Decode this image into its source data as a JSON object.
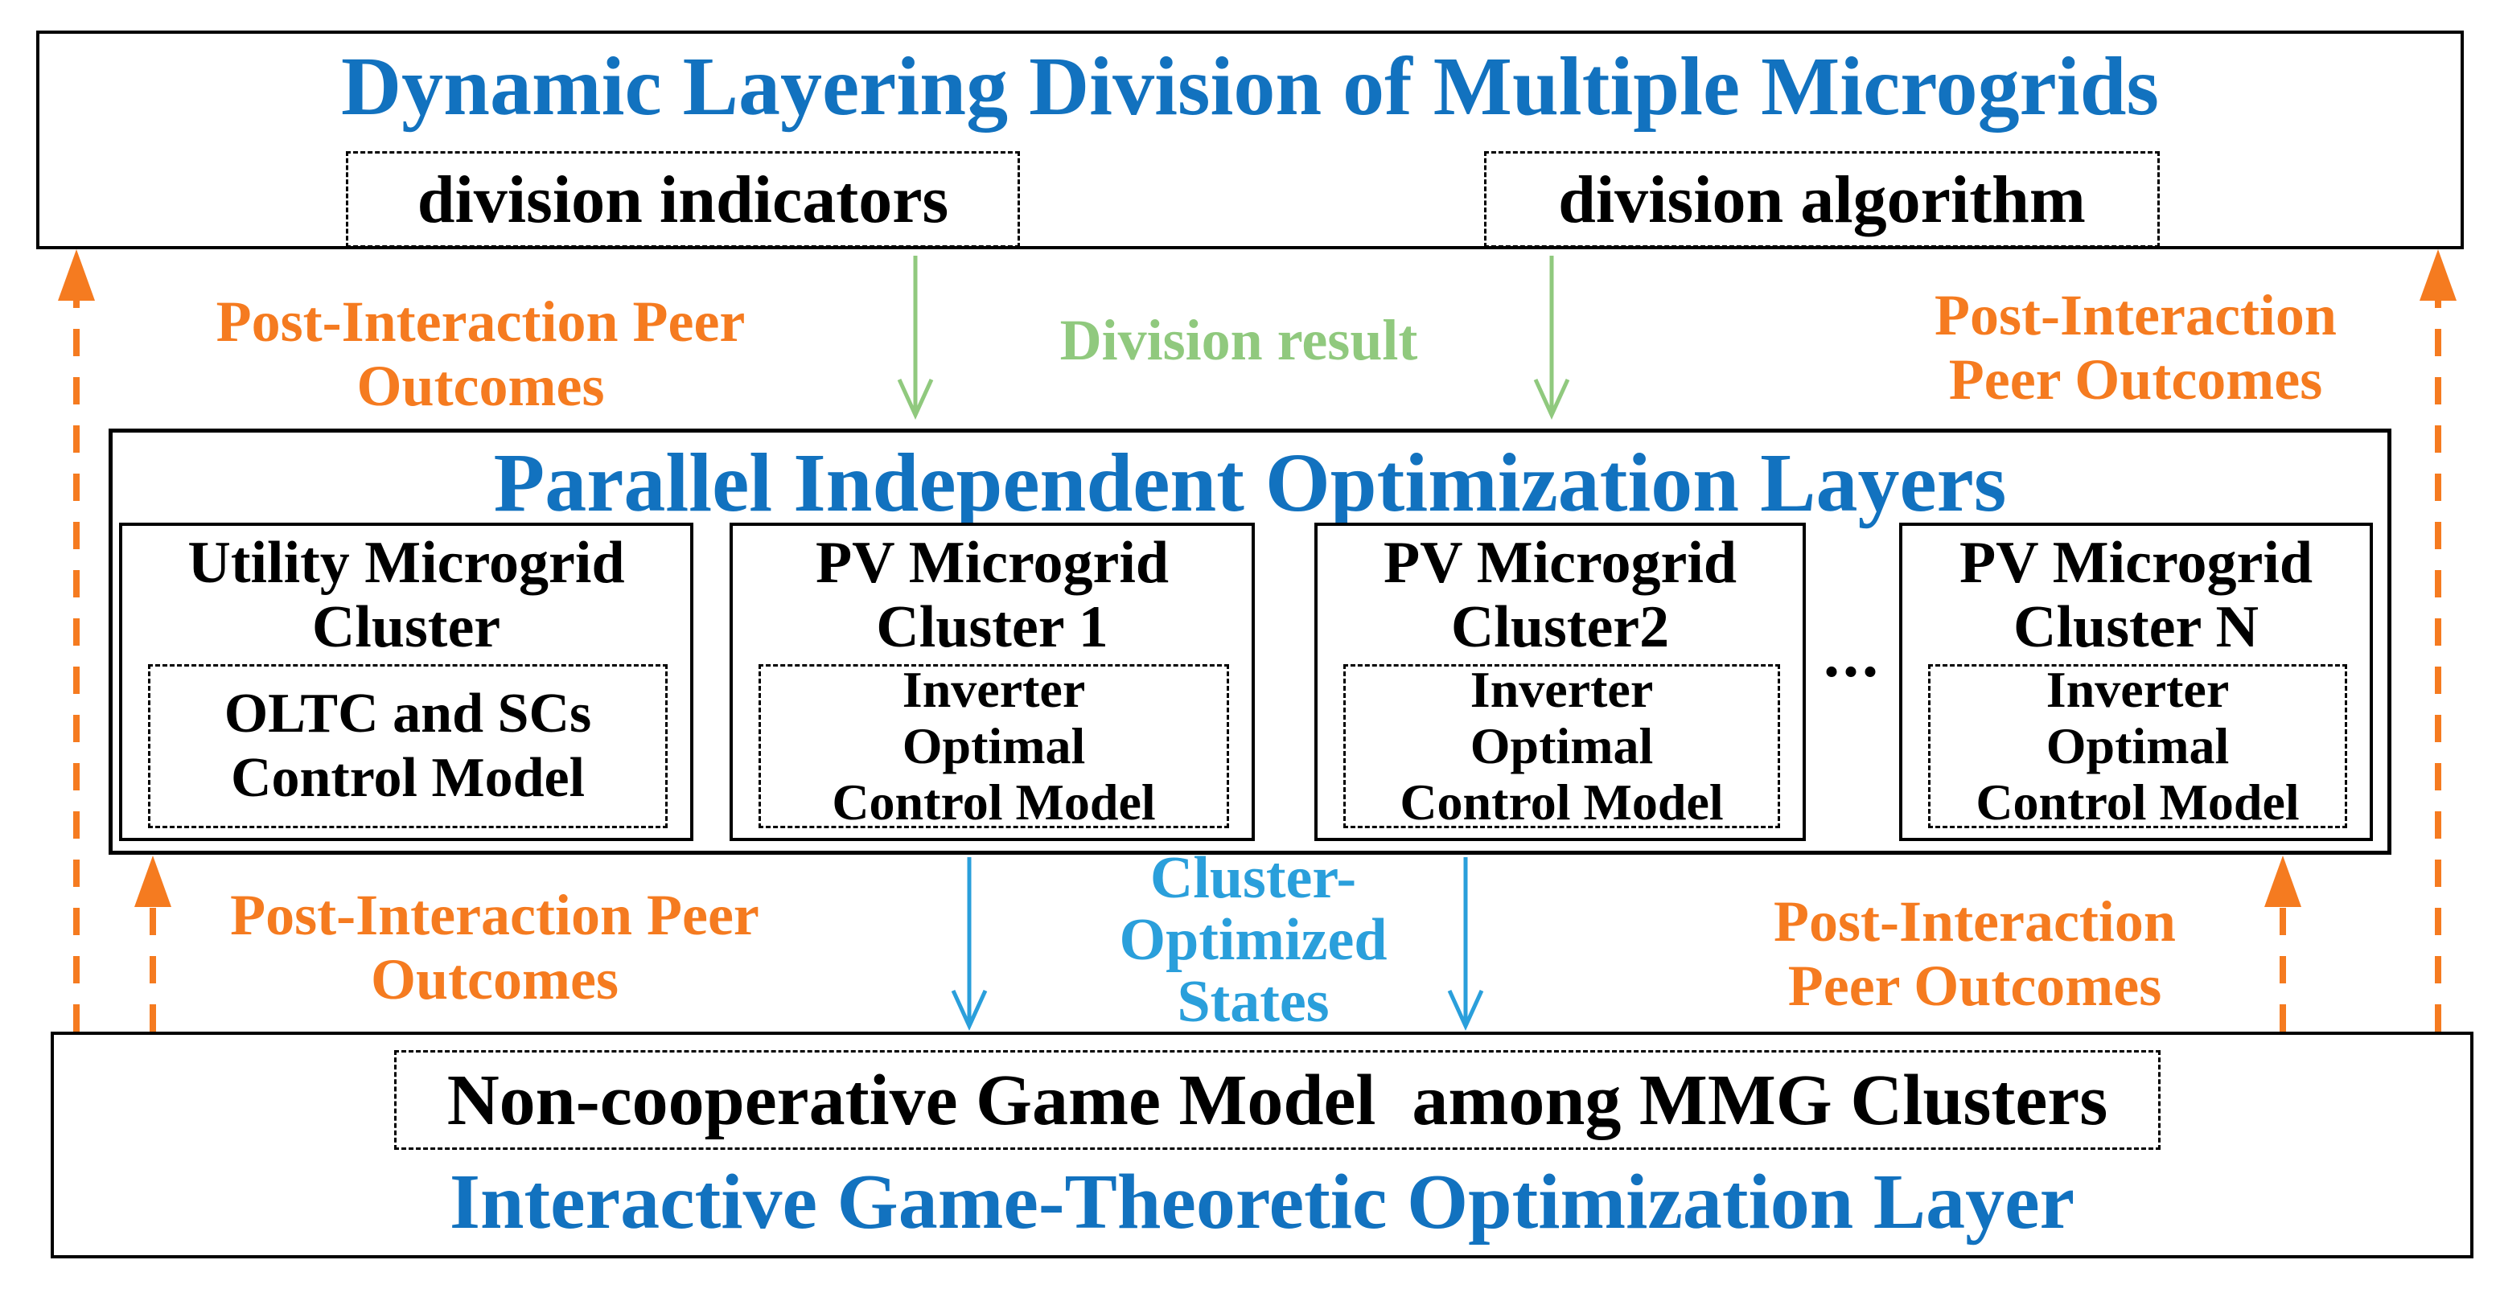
{
  "colors": {
    "title_blue": "#1272bf",
    "azure": "#2a9fdb",
    "orange": "#f57b20",
    "green": "#90c97e",
    "border_black": "#000000"
  },
  "top_layer": {
    "title": "Dynamic Layering Division of Multiple Microgrids",
    "division_indicators": "division indicators",
    "division_algorithm": "division algorithm"
  },
  "labels": {
    "division_result": "Division result",
    "cluster_states_lines": [
      "Cluster-",
      "Optimized",
      "States"
    ],
    "peer_outcomes_top_left_lines": [
      "Post-Interaction Peer",
      "Outcomes"
    ],
    "peer_outcomes_top_right_lines": [
      "Post-Interaction",
      "Peer Outcomes"
    ],
    "peer_outcomes_bottom_left_lines": [
      "Post-Interaction Peer",
      "Outcomes"
    ],
    "peer_outcomes_bottom_right_lines": [
      "Post-Interaction",
      "Peer Outcomes"
    ]
  },
  "middle_layer": {
    "title": "Parallel Independent Optimization Layers",
    "ellipsis": "...",
    "clusters": [
      {
        "title_lines": [
          "Utility Microgrid",
          "Cluster"
        ],
        "model_lines": [
          "OLTC and SCs",
          "Control Model"
        ]
      },
      {
        "title_lines": [
          "PV Microgrid",
          "Cluster 1"
        ],
        "model_lines": [
          "Inverter",
          "Optimal",
          "Control Model"
        ]
      },
      {
        "title_lines": [
          "PV Microgrid",
          "Cluster2"
        ],
        "model_lines": [
          "Inverter",
          "Optimal",
          "Control Model"
        ]
      },
      {
        "title_lines": [
          "PV Microgrid",
          "Cluster N"
        ],
        "model_lines": [
          "Inverter",
          "Optimal",
          "Control Model"
        ]
      }
    ]
  },
  "bottom_layer": {
    "game_model": "Non-cooperative Game Model  among MMG Clusters",
    "title": "Interactive Game-Theoretic Optimization Layer"
  }
}
